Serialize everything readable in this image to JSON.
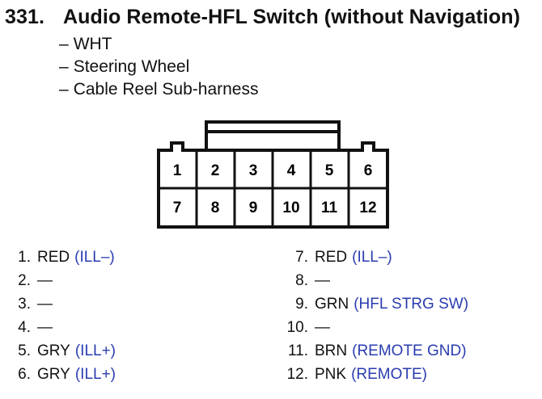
{
  "title": {
    "number": "331.",
    "text": "Audio Remote-HFL Switch (without Navigation)"
  },
  "subtitles": [
    {
      "dash": "–",
      "text": "WHT"
    },
    {
      "dash": "–",
      "text": "Steering Wheel"
    },
    {
      "dash": "–",
      "text": "Cable Reel Sub-harness"
    }
  ],
  "connector": {
    "top_row": [
      "1",
      "2",
      "3",
      "4",
      "5",
      "6"
    ],
    "bottom_row": [
      "7",
      "8",
      "9",
      "10",
      "11",
      "12"
    ]
  },
  "pins_left": [
    {
      "num": "1.",
      "wire": "RED",
      "func": "(ILL–)"
    },
    {
      "num": "2.",
      "wire": "—",
      "func": ""
    },
    {
      "num": "3.",
      "wire": "—",
      "func": ""
    },
    {
      "num": "4.",
      "wire": "—",
      "func": ""
    },
    {
      "num": "5.",
      "wire": "GRY",
      "func": "(ILL+)"
    },
    {
      "num": "6.",
      "wire": "GRY",
      "func": "(ILL+)"
    }
  ],
  "pins_right": [
    {
      "num": "7.",
      "wire": "RED",
      "func": "(ILL–)"
    },
    {
      "num": "8.",
      "wire": "—",
      "func": ""
    },
    {
      "num": "9.",
      "wire": "GRN",
      "func": "(HFL STRG SW)"
    },
    {
      "num": "10.",
      "wire": "—",
      "func": ""
    },
    {
      "num": "11.",
      "wire": "BRN",
      "func": "(REMOTE GND)"
    },
    {
      "num": "12.",
      "wire": "PNK",
      "func": "(REMOTE)"
    }
  ]
}
